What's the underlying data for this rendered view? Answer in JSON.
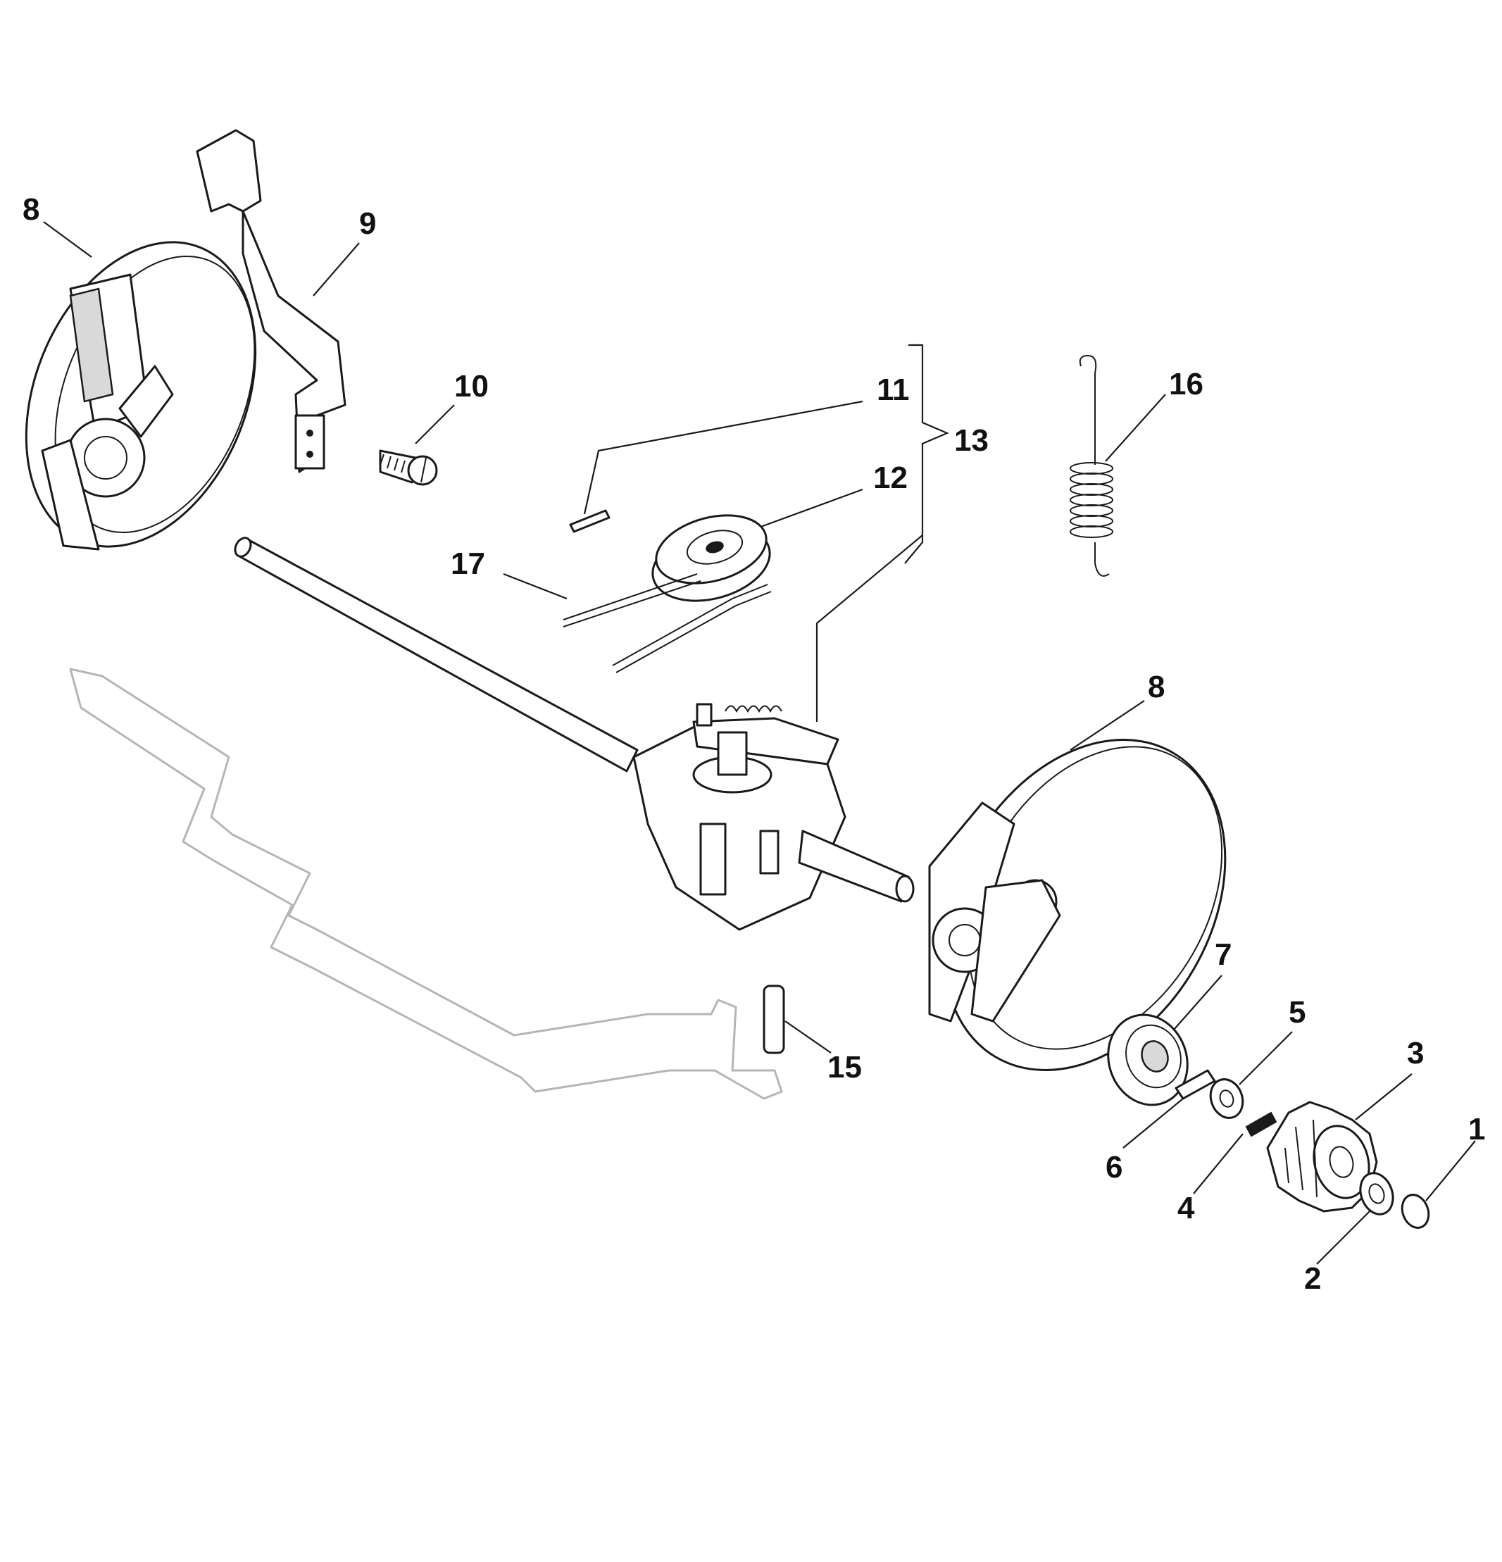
{
  "diagram": {
    "type": "exploded-parts-diagram",
    "colors": {
      "line": "#1a1a1a",
      "ghost": "#b5b5b5",
      "background": "#ffffff"
    },
    "callouts": [
      {
        "id": "c8a",
        "label": "8",
        "part": "wheel-left"
      },
      {
        "id": "c9",
        "label": "9",
        "part": "bracket"
      },
      {
        "id": "c10",
        "label": "10",
        "part": "screw"
      },
      {
        "id": "c11",
        "label": "11",
        "part": "pin"
      },
      {
        "id": "c12",
        "label": "12",
        "part": "pulley"
      },
      {
        "id": "c13",
        "label": "13",
        "part": "gearbox-assembly"
      },
      {
        "id": "c16",
        "label": "16",
        "part": "spring"
      },
      {
        "id": "c17",
        "label": "17",
        "part": "belt"
      },
      {
        "id": "c8b",
        "label": "8",
        "part": "wheel-right"
      },
      {
        "id": "c7",
        "label": "7",
        "part": "bearing"
      },
      {
        "id": "c5",
        "label": "5",
        "part": "washer"
      },
      {
        "id": "c3",
        "label": "3",
        "part": "pinion-gear"
      },
      {
        "id": "c1",
        "label": "1",
        "part": "circlip"
      },
      {
        "id": "c6",
        "label": "6",
        "part": "dowel-pin"
      },
      {
        "id": "c4",
        "label": "4",
        "part": "key"
      },
      {
        "id": "c2",
        "label": "2",
        "part": "washer"
      },
      {
        "id": "c15",
        "label": "15",
        "part": "roll-pin"
      }
    ]
  }
}
